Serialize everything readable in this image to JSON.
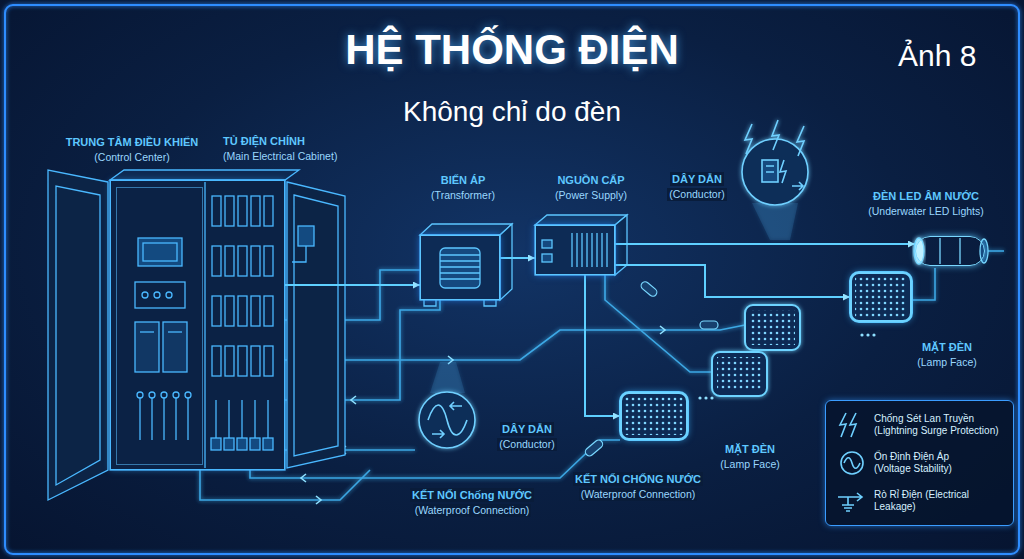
{
  "diagram": {
    "title": "HỆ THỐNG ĐIỆN",
    "nodes": [
      {
        "text": [
          "TỦ ĐIỆN CHÍNH",
          "(Main Electrical Cabinet)"
        ]
      },
      {
        "text": [
          "TRUNG TÂM ĐIỀU KHIỂN",
          "(Control Center)"
        ],
        "in": 0
      },
      {
        "text": [
          "BIẾN ÁP",
          "(Transformer)"
        ]
      },
      {
        "text": [
          "NGUỒN CẤP",
          "(Power Supply)"
        ]
      },
      {
        "text": [
          "ĐÈN LED ÂM NƯỚC",
          "(Underwater LED Lights)"
        ]
      },
      {
        "text": [
          "MẶT ĐÈN",
          "(Lamp Face)"
        ]
      },
      {
        "text": [
          "MẶT ĐÈN",
          "(Lamp Face)"
        ]
      }
    ],
    "edges": [
      {
        "from": 0,
        "to": 2,
        "arrow": "to"
      },
      {
        "from": 2,
        "to": 3,
        "arrow": "to"
      },
      {
        "from": 3,
        "to": 4,
        "arrow": "to"
      },
      {
        "from": 3,
        "to": 5,
        "arrow": "to"
      },
      {
        "from": 3,
        "to": 6,
        "arrow": "to"
      }
    ],
    "labels": [
      "Ảnh 8",
      "Không chỉ do đèn",
      "DÂY DẪN",
      "(Conductor)",
      "DÂY DẪN",
      "(Conductor)",
      "KẾT NỐI CHỐNG NƯỚC",
      "(Waterproof Connection)",
      "KẾT NỐI Chống NƯỚC",
      "(Waterproof Connection)"
    ],
    "legend": [
      {
        "text": "Chống Sét Lan Truyền (Lightning Surge Protection)"
      },
      {
        "text": "Ổn Định Điện Áp (Voltage Stability)"
      },
      {
        "text": "Rò Rỉ Điện (Electrical Leakage)"
      }
    ]
  }
}
